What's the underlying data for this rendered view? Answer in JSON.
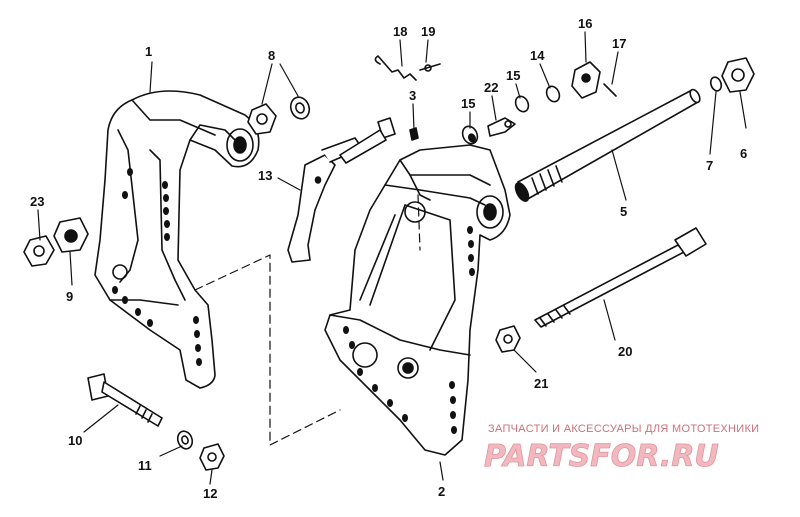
{
  "callouts": [
    {
      "id": "1",
      "text": "1"
    },
    {
      "id": "2",
      "text": "2"
    },
    {
      "id": "3",
      "text": "3"
    },
    {
      "id": "5",
      "text": "5"
    },
    {
      "id": "6",
      "text": "6"
    },
    {
      "id": "7",
      "text": "7"
    },
    {
      "id": "8",
      "text": "8"
    },
    {
      "id": "9",
      "text": "9"
    },
    {
      "id": "10",
      "text": "10"
    },
    {
      "id": "11",
      "text": "11"
    },
    {
      "id": "12",
      "text": "12"
    },
    {
      "id": "13",
      "text": "13"
    },
    {
      "id": "14",
      "text": "14"
    },
    {
      "id": "15a",
      "text": "15"
    },
    {
      "id": "15b",
      "text": "15"
    },
    {
      "id": "16",
      "text": "16"
    },
    {
      "id": "17",
      "text": "17"
    },
    {
      "id": "18",
      "text": "18"
    },
    {
      "id": "19",
      "text": "19"
    },
    {
      "id": "20",
      "text": "20"
    },
    {
      "id": "21",
      "text": "21"
    },
    {
      "id": "22",
      "text": "22"
    },
    {
      "id": "23",
      "text": "23"
    }
  ],
  "watermark": {
    "caption": "ЗАПЧАСТИ И АКСЕССУАРЫ ДЛЯ МОТОТЕХНИКИ",
    "logo": "PARTSFOR.RU"
  },
  "colors": {
    "ink": "#111111",
    "watermark_caption": "#c8727a",
    "watermark_logo_fill": "#f1b9bf",
    "watermark_logo_stroke": "#e3949c",
    "background": "#ffffff"
  }
}
